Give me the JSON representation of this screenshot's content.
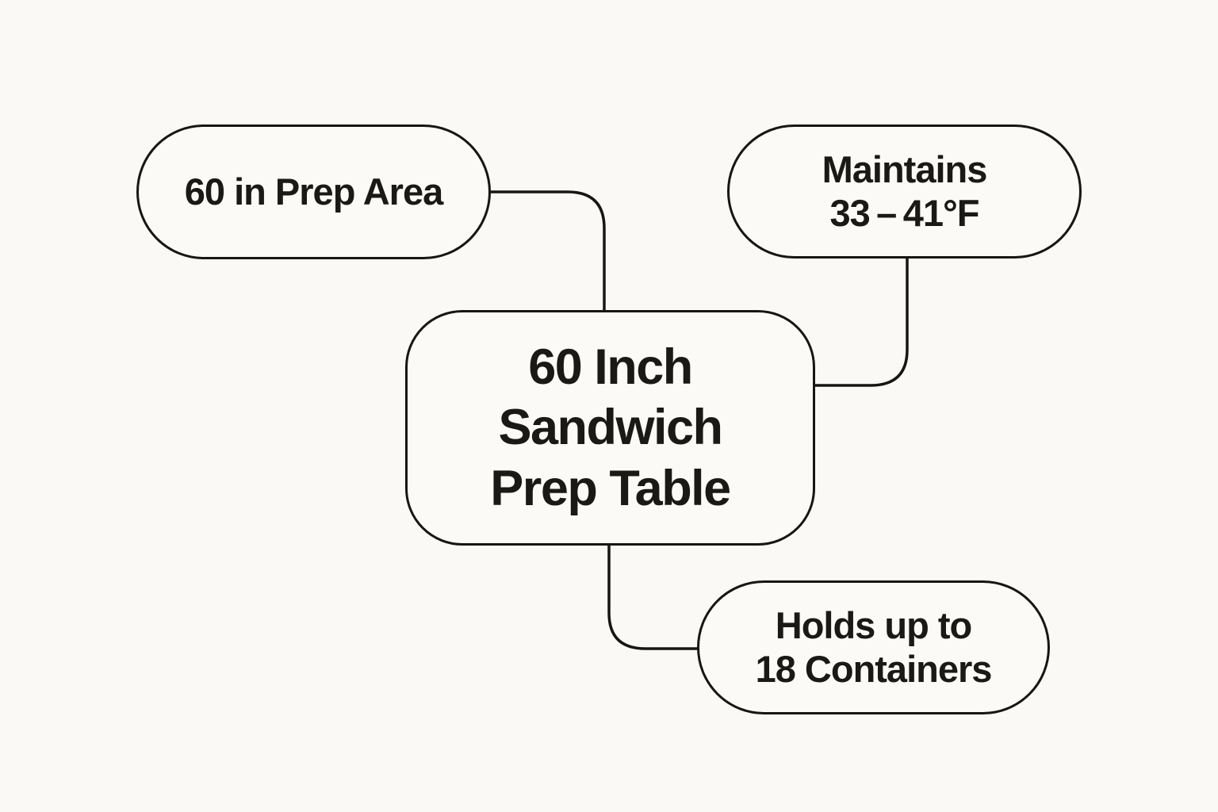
{
  "diagram": {
    "type": "mind-map",
    "colors": {
      "background": "#fbf9f5",
      "node_fill": "#fcfaf6",
      "stroke": "#181614",
      "text": "#1b1917"
    },
    "central_node": {
      "id": "central",
      "label": "60 Inch Sandwich Prep Table",
      "lines": [
        "60 Inch",
        "Sandwich",
        "Prep Table"
      ]
    },
    "satellite_nodes": [
      {
        "id": "prep-area",
        "label": "60 in Prep Area",
        "lines": [
          "60 in Prep Area"
        ],
        "position": "top-left"
      },
      {
        "id": "temperature",
        "label": "Maintains 33 – 41°F",
        "lines": [
          "Maintains",
          "33 – 41°F"
        ],
        "position": "top-right"
      },
      {
        "id": "capacity",
        "label": "Holds up to 18 Containers",
        "lines": [
          "Holds up to",
          "18 Containers"
        ],
        "position": "bottom-right"
      }
    ],
    "connectors": [
      {
        "from": "prep-area",
        "to": "central"
      },
      {
        "from": "temperature",
        "to": "central"
      },
      {
        "from": "central",
        "to": "capacity"
      }
    ]
  }
}
